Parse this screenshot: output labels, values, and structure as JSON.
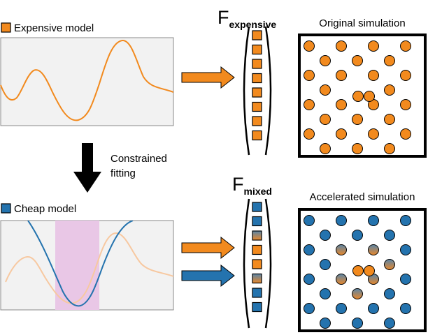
{
  "colors": {
    "expensive": "#F28A1E",
    "cheap": "#2473AE",
    "fit_region": "#E9C7E6",
    "panel_bg": "#F2F2F2",
    "light_orange": "#F7C8A0"
  },
  "legend": {
    "expensive": "Expensive model",
    "cheap": "Cheap model"
  },
  "arrow_text": [
    "Constrained",
    "fitting"
  ],
  "vector_expensive": {
    "symbol": "F",
    "subscript": "expensive",
    "entries": [
      "expensive",
      "expensive",
      "expensive",
      "expensive",
      "expensive",
      "expensive",
      "expensive",
      "expensive"
    ]
  },
  "vector_mixed": {
    "symbol": "F",
    "subscript": "mixed",
    "entries": [
      "cheap",
      "cheap",
      "mixed",
      "expensive",
      "expensive",
      "mixed",
      "cheap",
      "cheap"
    ]
  },
  "simulation_titles": {
    "original": "Original simulation",
    "accelerated": "Accelerated simulation"
  }
}
